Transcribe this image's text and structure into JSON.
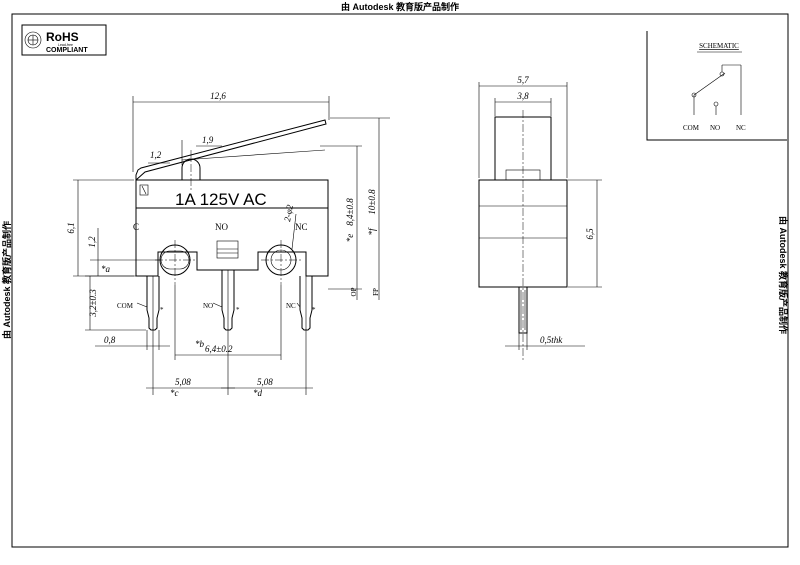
{
  "watermark": {
    "text": "由 Autodesk 教育版产品制作"
  },
  "rohs": {
    "title": "RoHS",
    "subtitle": "COMPLIANT",
    "tiny": "Lead-free"
  },
  "schematic": {
    "title": "SCHEMATIC",
    "com": "COM",
    "no": "NO",
    "nc": "NC"
  },
  "front_view": {
    "rating": "1A 125V AC",
    "label_c": "C",
    "label_no": "NO",
    "label_nc": "NC",
    "pin_com": "COM",
    "pin_no": "NO",
    "pin_nc": "NC",
    "dim_width": "12,6",
    "dim_lever_pivot": "1,9",
    "dim_lever_tip": "1,2",
    "dim_height": "6,1",
    "dim_hole_offset": "1,2",
    "dim_a": "*a",
    "dim_hole_dia": "2-φ2",
    "dim_op": "8,4±0.8",
    "dim_e": "*e",
    "dim_fp": "10±0.8",
    "dim_f": "*f",
    "dim_pin_len": "3,2±0.3",
    "dim_pin_w": "0,8",
    "dim_pin_pitch": "6,4±0.2",
    "dim_b": "*b",
    "dim_c_val": "5,08",
    "dim_c": "*c",
    "dim_d_val": "5,08",
    "dim_d": "*d",
    "op_label": "OP",
    "fp_label": "FP"
  },
  "side_view": {
    "dim_width": "5,7",
    "dim_actuator": "3,8",
    "dim_height": "6,5",
    "dim_thk": "0,5thk"
  }
}
